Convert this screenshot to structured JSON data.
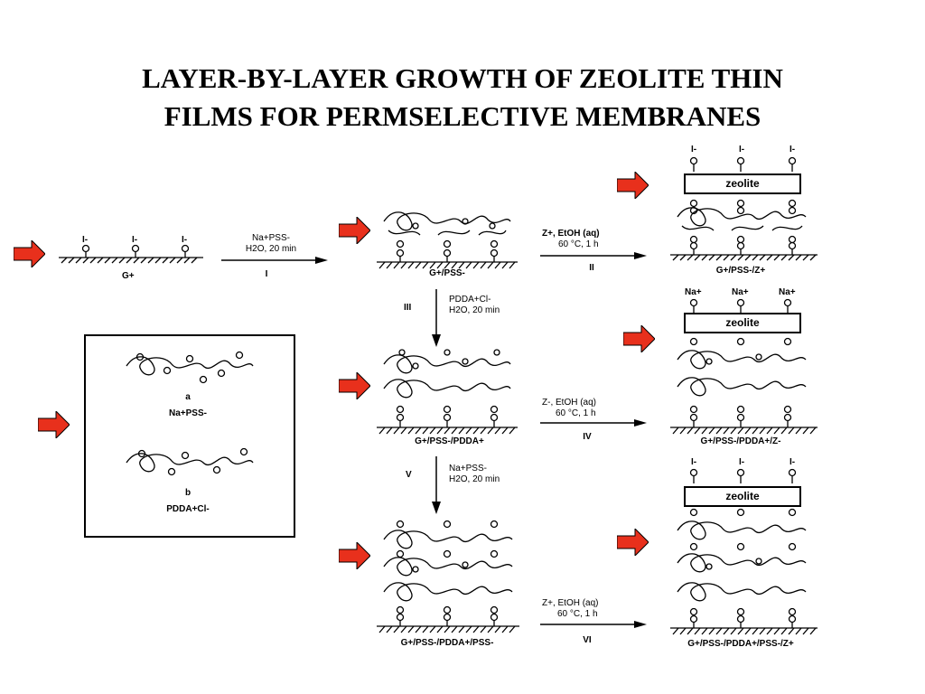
{
  "slide": {
    "title_line1": "LAYER-BY-LAYER GROWTH OF ZEOLITE THIN",
    "title_line2": "FILMS FOR PERMSELECTIVE MEMBRANES"
  },
  "colors": {
    "pointer_arrow": "#e8301c",
    "ink": "#000000"
  },
  "icons": [
    "red-arrow-icon",
    "reaction-arrow-icon",
    "polymer-coil-icon",
    "substrate-hatch-icon"
  ],
  "diagram": {
    "start_label": "G+",
    "start_counterions": [
      "I-",
      "I-",
      "I-"
    ],
    "step1": {
      "line1": "Na+PSS-",
      "line2": "H2O, 20 min",
      "num": "I"
    },
    "s1_label": "G+/PSS-",
    "step2": {
      "line1": "Z+, EtOH (aq)",
      "line2": "60 °C, 1 h",
      "num": "II"
    },
    "s2_label": "G+/PSS-/Z+",
    "s2_top": [
      "I-",
      "I-",
      "I-"
    ],
    "zeolite": "zeolite",
    "step3": {
      "line1": "PDDA+Cl-",
      "line2": "H2O, 20 min",
      "num": "III"
    },
    "s3_label": "G+/PSS-/PDDA+",
    "step4": {
      "line1": "Z-, EtOH (aq)",
      "line2": "60 °C, 1 h",
      "num": "IV"
    },
    "s4_label": "G+/PSS-/PDDA+/Z-",
    "s4_top": [
      "Na+",
      "Na+",
      "Na+"
    ],
    "step5": {
      "line1": "Na+PSS-",
      "line2": "H2O, 20 min",
      "num": "V"
    },
    "s5_label": "G+/PSS-/PDDA+/PSS-",
    "step6": {
      "line1": "Z+, EtOH (aq)",
      "line2": "60 °C, 1 h",
      "num": "VI"
    },
    "s6_label": "G+/PSS-/PDDA+/PSS-/Z+",
    "s6_top": [
      "I-",
      "I-",
      "I-"
    ],
    "legend": {
      "a_letter": "a",
      "a_label": "Na+PSS-",
      "b_letter": "b",
      "b_label": "PDDA+Cl-"
    }
  }
}
